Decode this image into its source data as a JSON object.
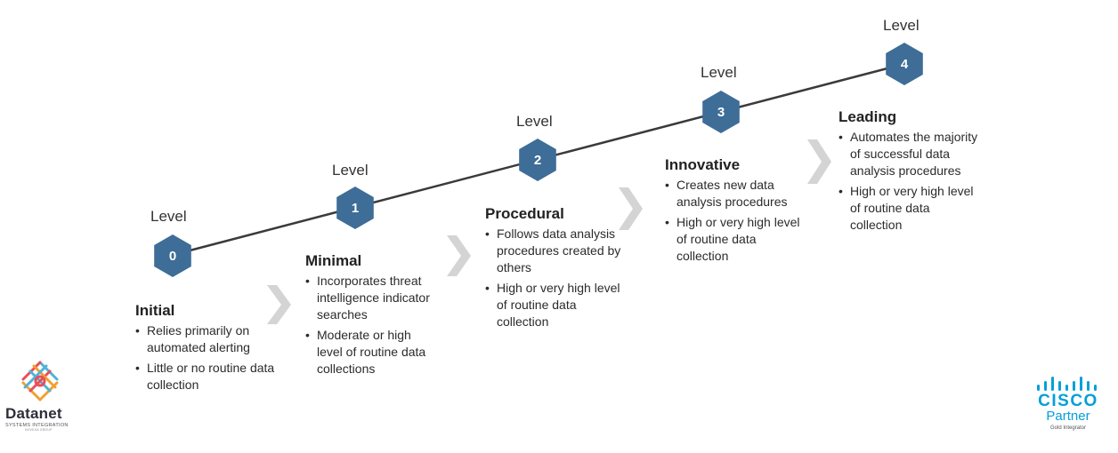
{
  "colors": {
    "hex_fill": "#3e6d97",
    "line": "#3a3a3a",
    "chevron": "#d4d4d4",
    "cisco_blue": "#049fd9"
  },
  "stages": [
    {
      "level_label": "Level",
      "number": "0",
      "title": "Initial",
      "bullets": [
        "Relies primarily on automated alerting",
        "Little or no routine data collection"
      ]
    },
    {
      "level_label": "Level",
      "number": "1",
      "title": "Minimal",
      "bullets": [
        "Incorporates threat intelligence indicator searches",
        "Moderate or high level of routine data collections"
      ]
    },
    {
      "level_label": "Level",
      "number": "2",
      "title": "Procedural",
      "bullets": [
        "Follows data analysis procedures created by others",
        "High or very high level of routine data collection"
      ]
    },
    {
      "level_label": "Level",
      "number": "3",
      "title": "Innovative",
      "bullets": [
        "Creates new data analysis procedures",
        "High or very high level of routine data collection"
      ]
    },
    {
      "level_label": "Level",
      "number": "4",
      "title": "Leading",
      "bullets": [
        "Automates the majority of successful data analysis procedures",
        "High or very high level of routine data collection"
      ]
    }
  ],
  "logos": {
    "datanet": {
      "name": "Datanet",
      "subtitle": "SYSTEMS INTEGRATION",
      "group": "NOVEXA GROUP",
      "icon": "datanet-knot-icon"
    },
    "cisco": {
      "name": "CISCO",
      "partner": "Partner",
      "tier": "Gold Integrator",
      "icon": "cisco-bridge-icon"
    }
  }
}
